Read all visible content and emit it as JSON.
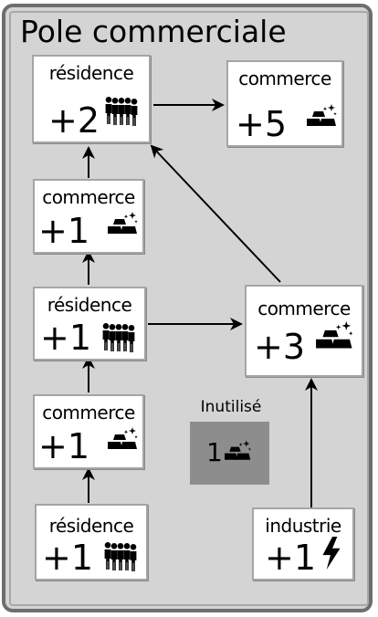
{
  "title": "Pole commerciale",
  "nodes": {
    "res_top": {
      "label": "résidence",
      "value": "+2",
      "icon": "people-icon"
    },
    "com_topright": {
      "label": "commerce",
      "value": "+5",
      "icon": "gold-bars-icon"
    },
    "com_upper": {
      "label": "commerce",
      "value": "+1",
      "icon": "gold-bars-icon"
    },
    "res_mid": {
      "label": "résidence",
      "value": "+1",
      "icon": "people-icon"
    },
    "com_right": {
      "label": "commerce",
      "value": "+3",
      "icon": "gold-bars-icon"
    },
    "com_lower": {
      "label": "commerce",
      "value": "+1",
      "icon": "gold-bars-icon"
    },
    "res_bottom": {
      "label": "résidence",
      "value": "+1",
      "icon": "people-icon"
    },
    "ind_bottom": {
      "label": "industrie",
      "value": "+1",
      "icon": "lightning-icon"
    }
  },
  "unused": {
    "label": "Inutilisé",
    "value": "1",
    "icon": "gold-bars-icon"
  },
  "colors": {
    "panel": "#d4d4d4",
    "border": "#6e6e6e",
    "node_border": "#a5a5a5",
    "unused_box": "#8d8d8d"
  }
}
